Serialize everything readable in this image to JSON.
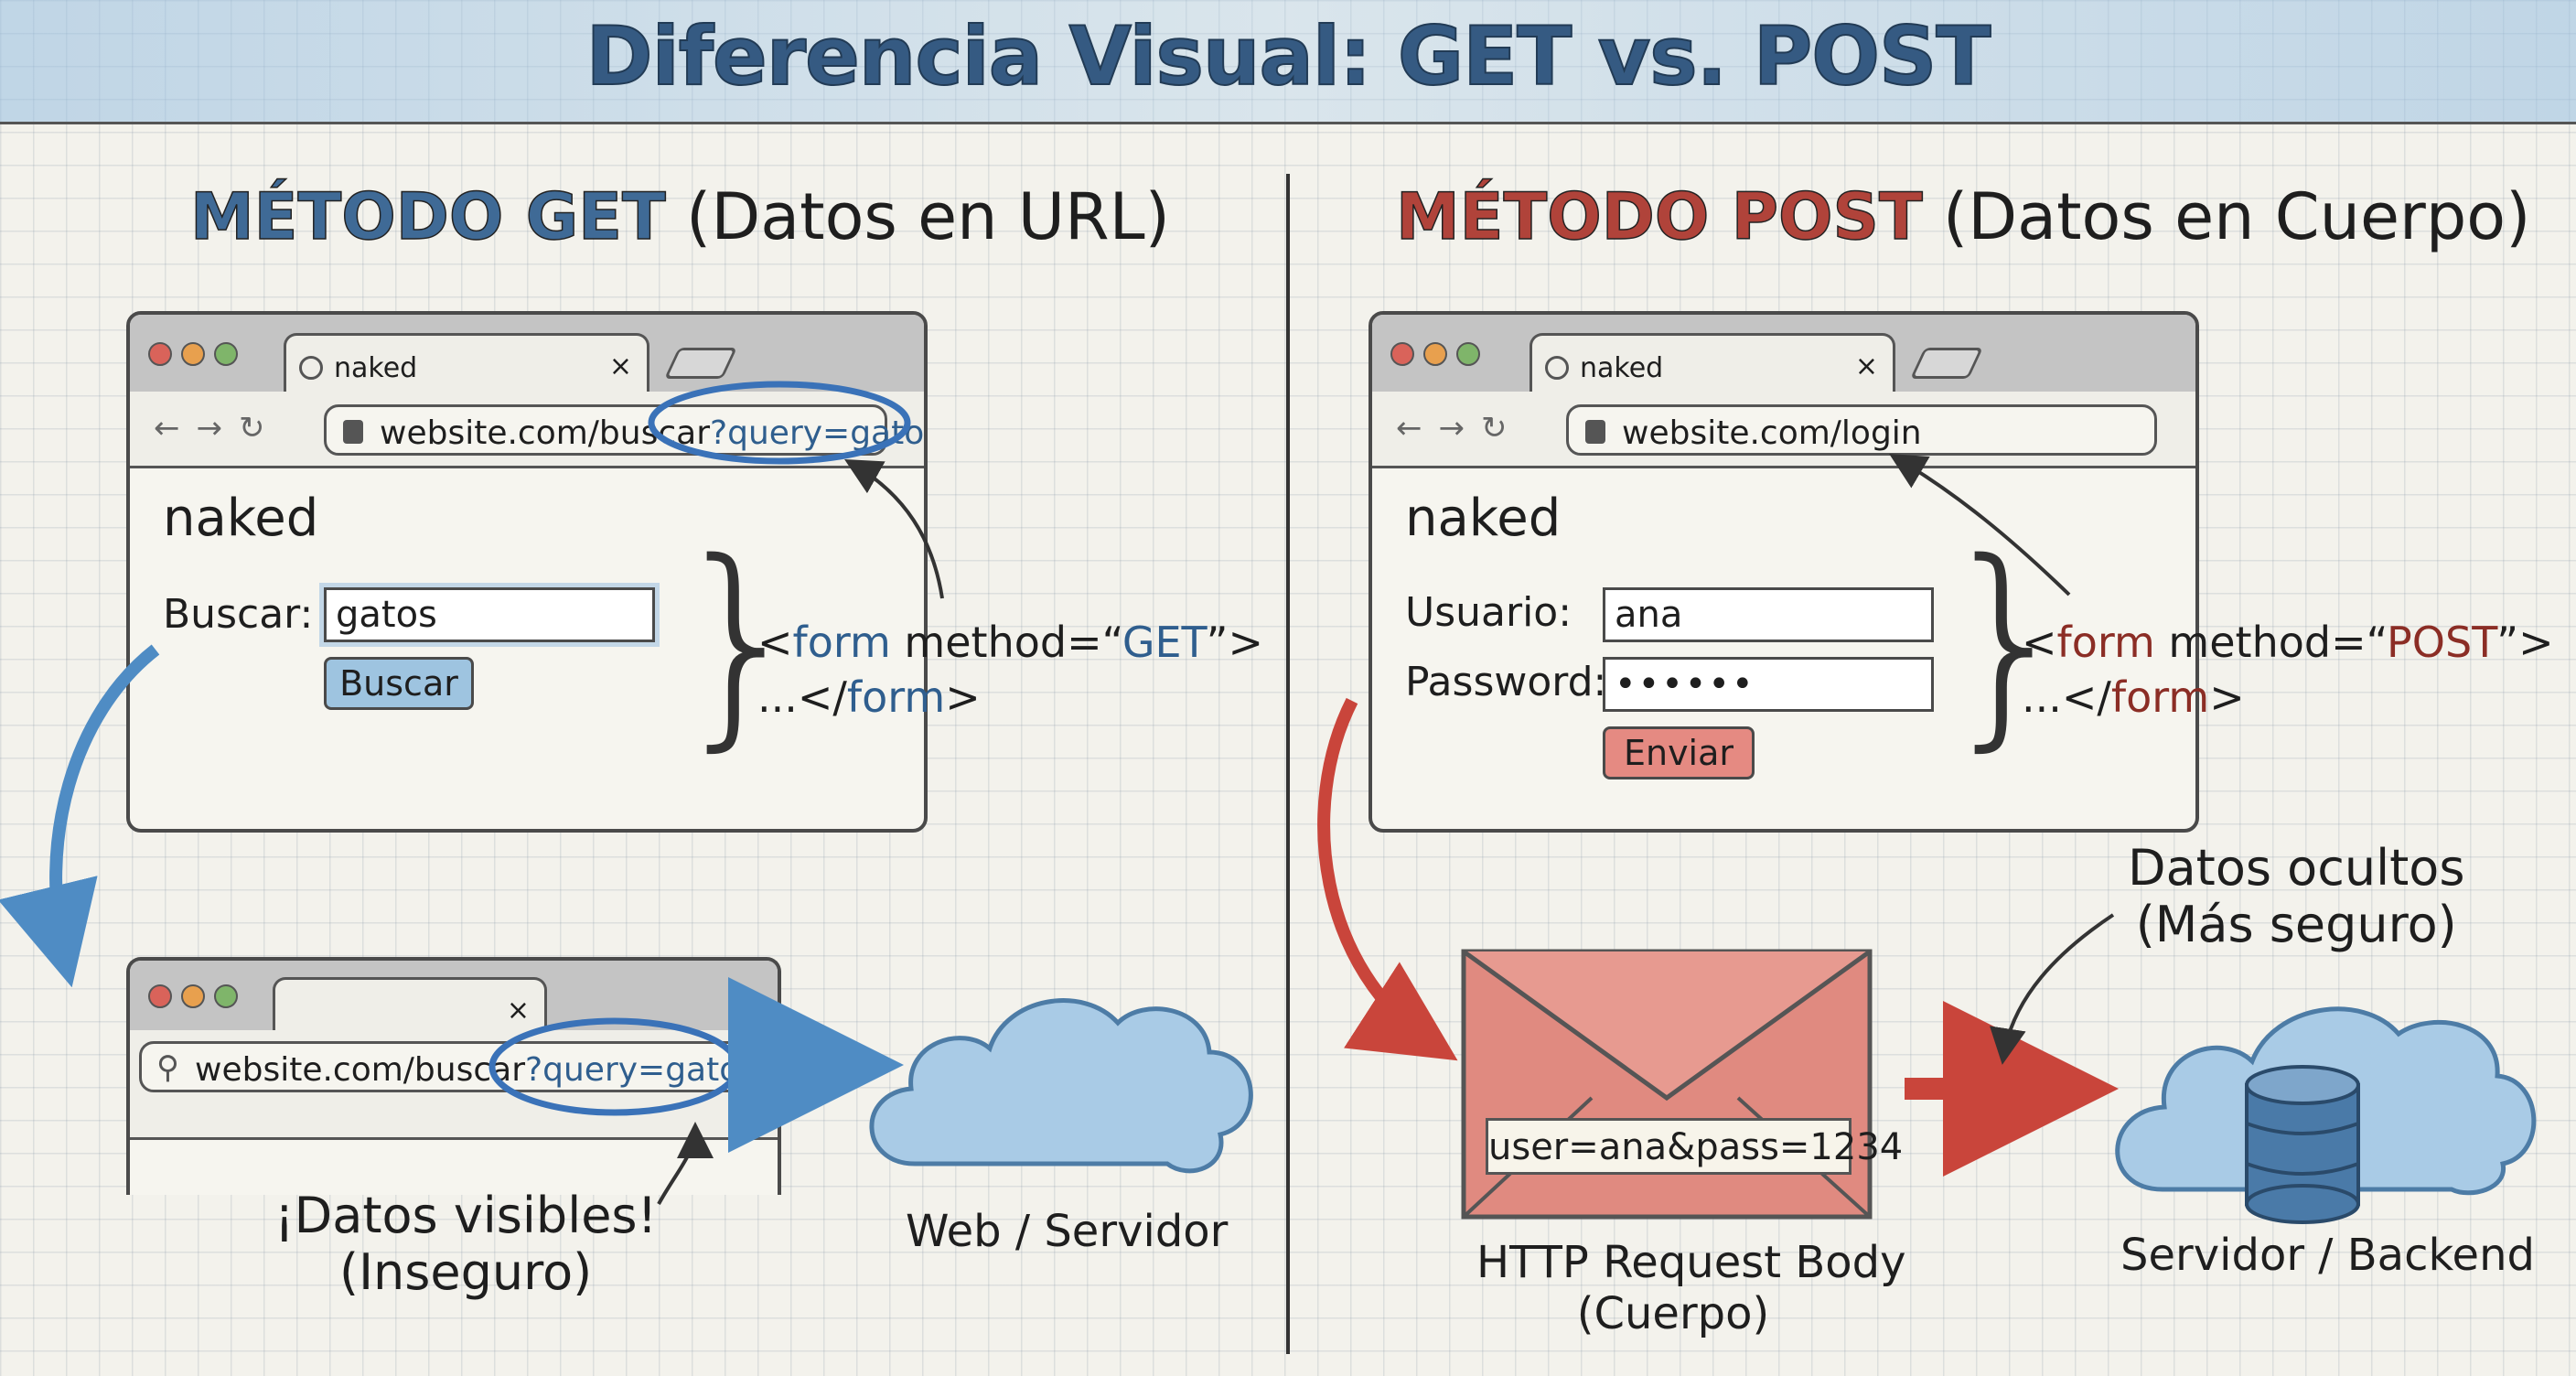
{
  "title": "Diferencia Visual: GET vs. POST",
  "get": {
    "heading_method": "MÉTODO GET",
    "heading_rest": "(Datos en URL)",
    "tab_title": "naked",
    "url_base": "website.com/buscar",
    "url_query": "?query=gatos",
    "page_title": "naked",
    "label": "Buscar:",
    "field_value": "gatos",
    "button": "Buscar",
    "code_pre": "<",
    "code_tag": "form",
    "code_mid": " method=“",
    "code_method": "GET",
    "code_end": "”>",
    "code2_pre": "...</",
    "code2_tag": "form",
    "code2_end": ">",
    "result_url_base": "website.com/buscar",
    "result_url_query": "?query=gatos",
    "note_line1": "¡Datos visibles!",
    "note_line2": "(Inseguro)",
    "server_caption": "Web / Servidor"
  },
  "post": {
    "heading_method": "MÉTODO POST",
    "heading_rest": "(Datos en Cuerpo)",
    "tab_title": "naked",
    "url": "website.com/login",
    "page_title": "naked",
    "user_label": "Usuario:",
    "user_value": "ana",
    "pass_label": "Password:",
    "pass_value": "••••••",
    "button": "Enviar",
    "code_pre": "<",
    "code_tag": "form",
    "code_mid": " method=“",
    "code_method": "POST",
    "code_end": "”>",
    "code2_pre": "...</",
    "code2_tag": "form",
    "code2_end": ">",
    "body_payload": "user=ana&pass=1234",
    "body_caption_line1": "HTTP Request Body",
    "body_caption_line2": "(Cuerpo)",
    "note_line1": "Datos ocultos",
    "note_line2": "(Más seguro)",
    "server_caption": "Servidor / Backend"
  },
  "colors": {
    "get_accent": "#3f6a96",
    "post_accent": "#b0433a",
    "query_highlight": "#3a72b8"
  }
}
